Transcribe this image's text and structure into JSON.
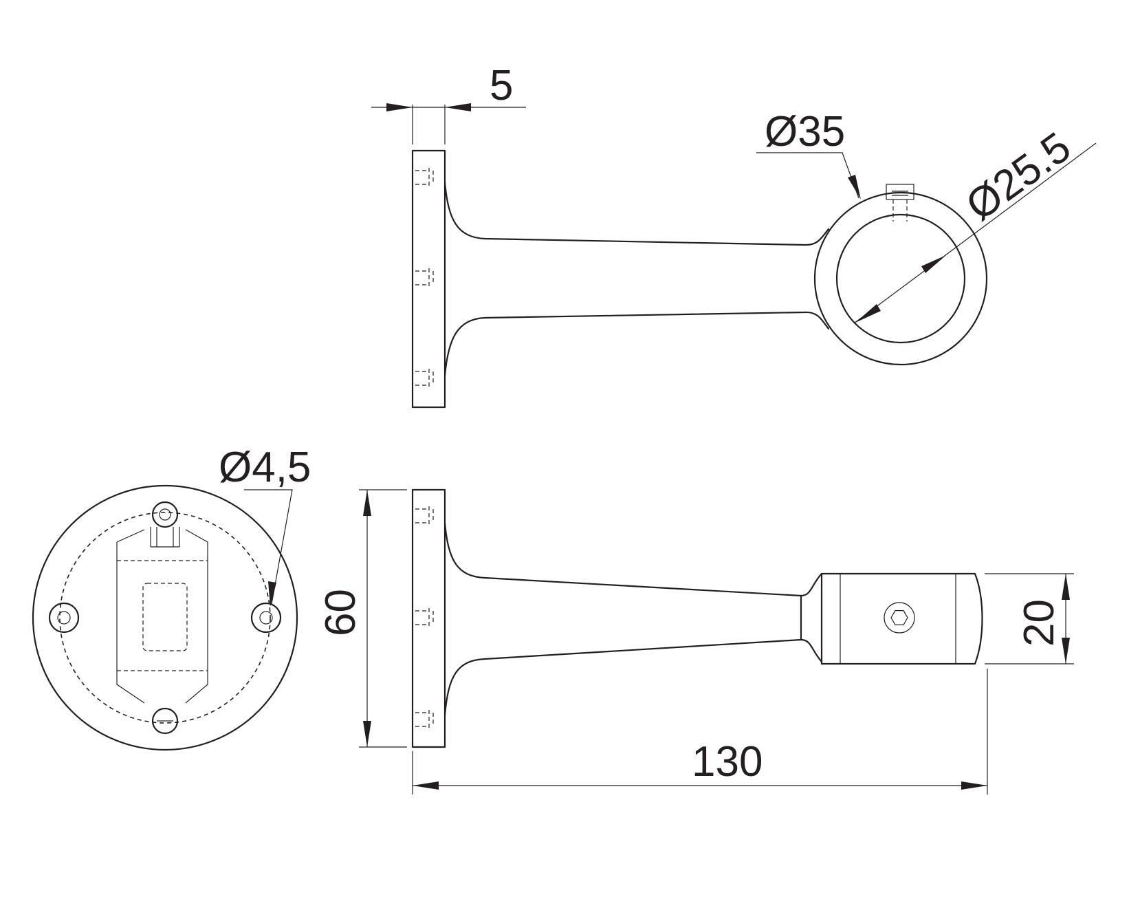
{
  "dimensions": {
    "plate_thickness": "5",
    "ring_outer_diameter": "Ø35",
    "ring_inner_diameter": "Ø25.5",
    "hole_diameter": "Ø4,5",
    "plate_height": "60",
    "clamp_width": "20",
    "overall_length": "130"
  },
  "colors": {
    "line": "#231f20",
    "background": "#ffffff"
  }
}
